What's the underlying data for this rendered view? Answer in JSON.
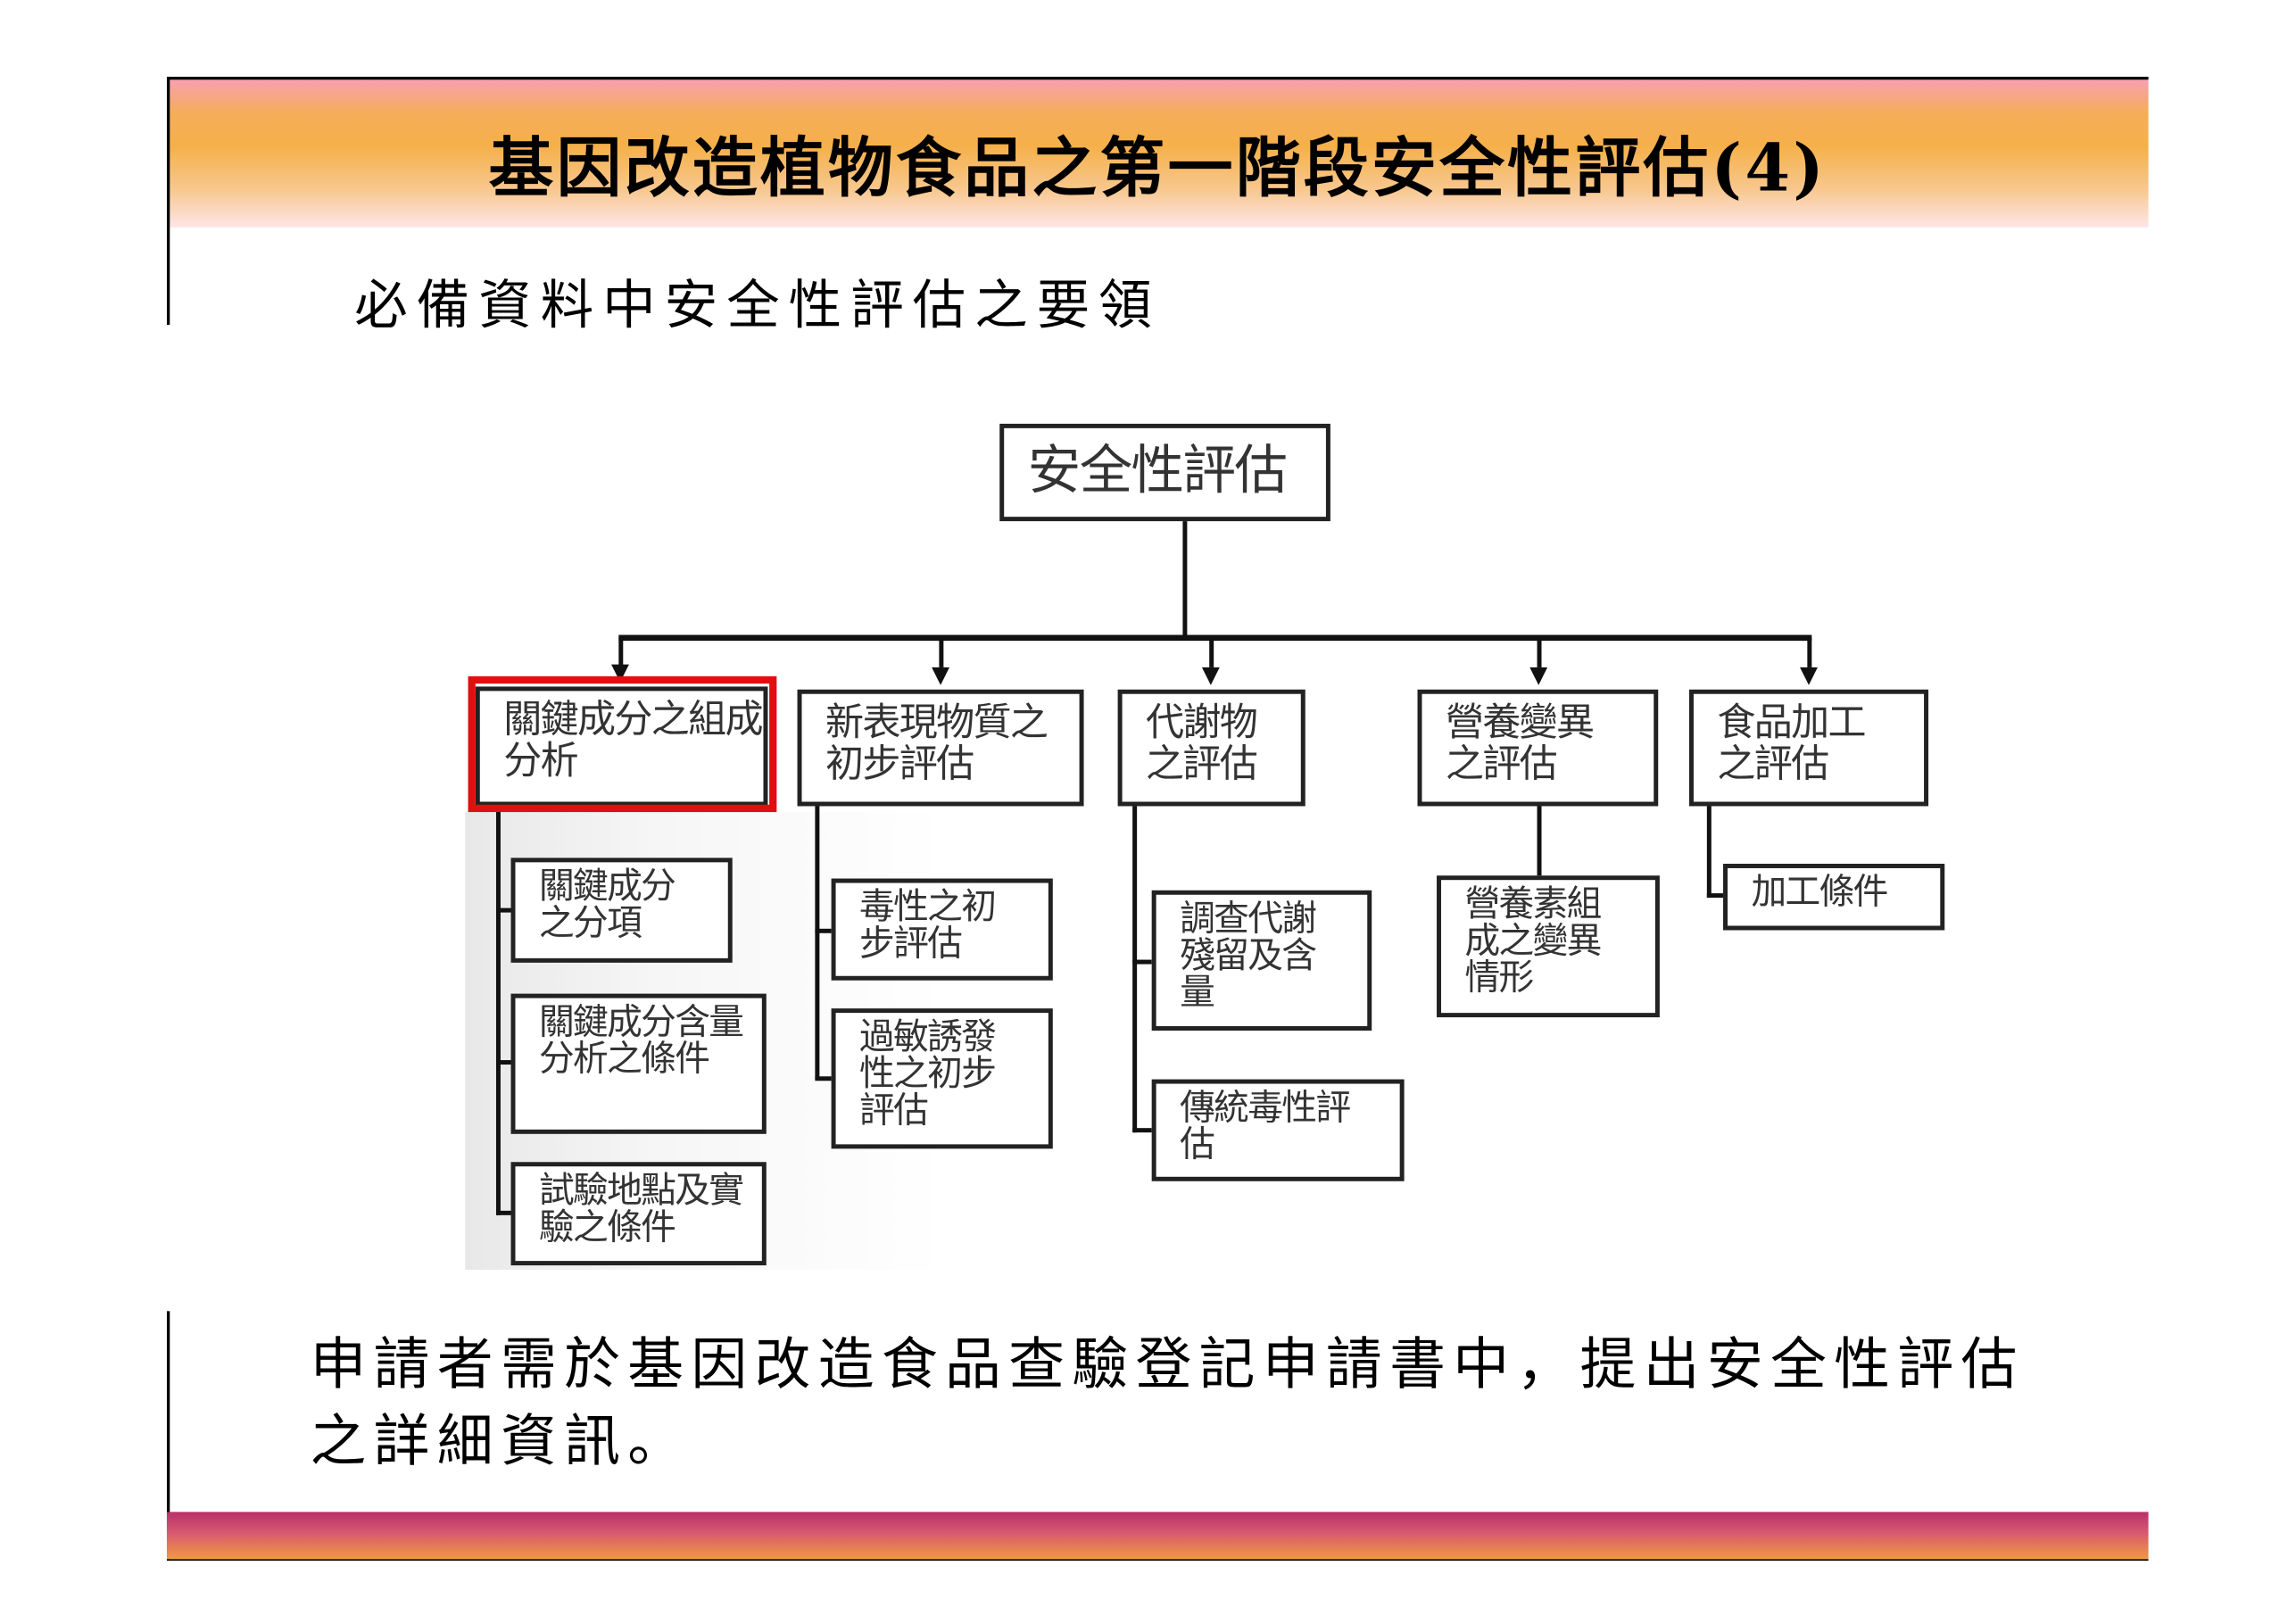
{
  "slide": {
    "title": "基因改造植物食品之第一階段安全性評估(4)",
    "subtitle": "必備資料中安全性評估之要領",
    "footer_text": "申請者需於基因改造食品查驗登記申請書中，提出安全性評估之詳細資訊。",
    "colors": {
      "highlight": "#e01010",
      "band_top": "#f9a0b0",
      "band_mid": "#f5b04a",
      "footer_bar": "#b8306a"
    }
  },
  "diagram": {
    "root": "安全性評估",
    "branches": [
      {
        "label": "關鍵成分之組成分析",
        "highlighted": true,
        "children": [
          "關鍵成分之分項",
          "關鍵成分含量分析之條件",
          "試驗地點及實驗之條件"
        ]
      },
      {
        "label": "新表現物質之初步評估",
        "children": [
          "毒性之初步評估",
          "過敏誘發性之初步評估"
        ]
      },
      {
        "label": "代謝物之評估",
        "children": [
          "調查代謝殘留及含量",
          "傳統毒性評估"
        ]
      },
      {
        "label": "營養變異之評估",
        "children": [
          "營養素組成之變異情形"
        ]
      },
      {
        "label": "食品加工之評估",
        "children": [
          "加工條件"
        ]
      }
    ]
  }
}
